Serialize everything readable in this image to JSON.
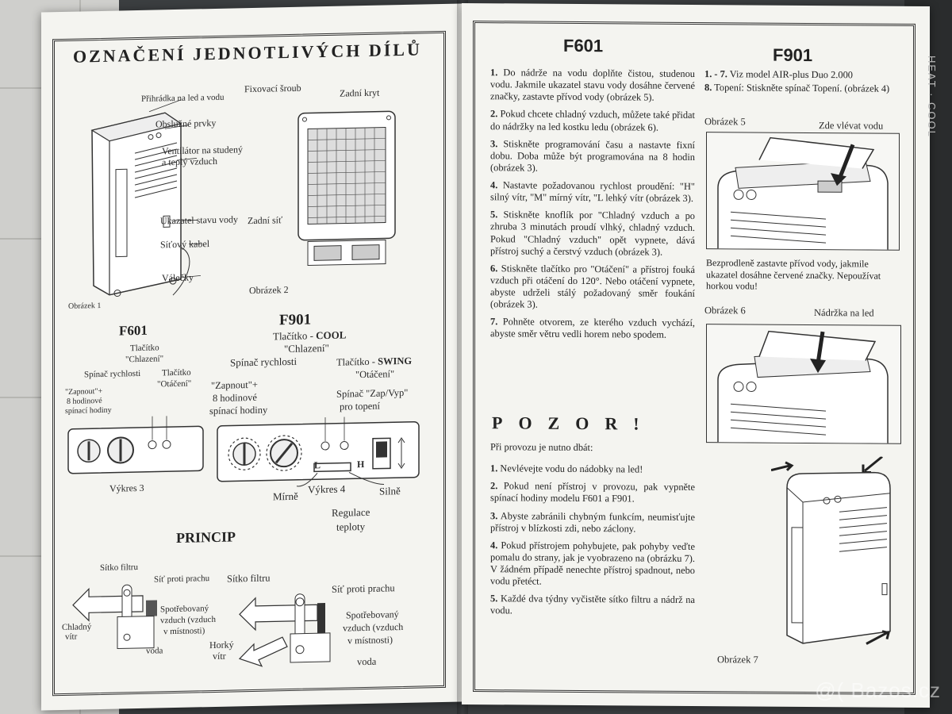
{
  "left_page": {
    "title_line1": "OZNAČENÍ JEDNOTLIVÝCH DÍLŮ",
    "fig1_labels": {
      "ice_tray": "Přihrádka na led a vodu",
      "controls": "Obslužné prvky",
      "fan_line1": "Ventilátor na studený",
      "fan_line2": "a teplý vzduch",
      "water_gauge": "Ukazatel stavu vody",
      "cable": "Síťový kabel",
      "rollers": "Válečky",
      "caption": "Obrázek 1"
    },
    "fig2_labels": {
      "screw": "Fixovací šroub",
      "back_cover": "Zadní kryt",
      "back_grid": "Zadní síť",
      "caption": "Obrázek 2"
    },
    "f601": {
      "title": "F601",
      "btn_line1": "Tlačítko",
      "btn_line2": "\"Chlazení\"",
      "speed": "Spínač rychlosti",
      "rot_line1": "Tlačítko",
      "rot_line2": "\"Otáčení\"",
      "on_line1": "\"Zapnout\"+",
      "on_line2": "8 hodinové",
      "on_line3": "spínací hodiny",
      "caption": "Výkres 3"
    },
    "f901": {
      "title": "F901",
      "cool_prefix": "Tlačítko - ",
      "cool_bold": "COOL",
      "cool_sub": "\"Chlazení\"",
      "speed": "Spínač rychlosti",
      "swing_prefix": "Tlačítko - ",
      "swing_bold": "SWING",
      "swing_sub": "\"Otáčení\"",
      "on_line1": "\"Zapnout\"+",
      "on_line2": "8 hodinové",
      "on_line3": "spínací hodiny",
      "heat_line1": "Spínač \"Zap/Vyp\"",
      "heat_line2": "pro topení",
      "low": "Mírně",
      "caption": "Výkres 4",
      "high": "Silně",
      "L": "L",
      "H": "H",
      "reg_line1": "Regulace",
      "reg_line2": "teploty"
    },
    "princip": {
      "title": "PRINCIP",
      "filter1": "Sítko filtru",
      "dust1": "Síť proti prachu",
      "used1_line1": "Spotřebovaný",
      "used1_line2": "vzduch (vzduch",
      "used1_line3": "v místnosti)",
      "cold_line1": "Chladný",
      "cold_line2": "vítr",
      "water1": "voda",
      "filter2": "Sítko filtru",
      "dust2": "Síť proti prachu",
      "used2_line1": "Spotřebovaný",
      "used2_line2": "vzduch (vzduch",
      "used2_line3": "v místnosti)",
      "hot_line1": "Horký",
      "hot_line2": "vítr",
      "water2": "voda"
    }
  },
  "right_page": {
    "f601_title": "F601",
    "f901_title": "F901",
    "items": [
      {
        "num": "1.",
        "text": "Do nádrže na vodu doplňte čistou, studenou vodu. Jakmile ukazatel stavu vody dosáhne červené značky, zastavte přívod vody (obrázek 5)."
      },
      {
        "num": "2.",
        "text": "Pokud chcete chladný vzduch, můžete také přidat do nádržky na led kostku ledu (obrázek 6)."
      },
      {
        "num": "3.",
        "text": "Stiskněte programování času a nastavte fixní dobu. Doba může být programována na 8 hodin (obrázek 3)."
      },
      {
        "num": "4.",
        "text": "Nastavte požadovanou rychlost proudění: \"H\" silný vítr, \"M\" mírný vítr, \"L lehký vítr (obrázek 3)."
      },
      {
        "num": "5.",
        "text": "Stiskněte knoflík por \"Chladný vzduch a po zhruba 3 minutách proudí vlhký, chladný vzduch. Pokud \"Chladný vzduch\" opět vypnete, dává přístroj suchý a čerstvý vzduch (obrázek 3)."
      },
      {
        "num": "6.",
        "text": "Stiskněte tlačítko pro \"Otáčení\" a přístroj fouká vzduch při otáčení do 120°. Nebo otáčení vypnete, abyste udrželi stálý požadovaný směr foukání (obrázek 3)."
      },
      {
        "num": "7.",
        "text": "Pohněte otvorem, ze kterého vzduch vychází, abyste směr větru vedli horem nebo spodem."
      }
    ],
    "f901_items": [
      {
        "num": "1. - 7.",
        "text": "Viz model AIR-plus Duo 2.000"
      },
      {
        "num": "8.",
        "text": "Topení: Stiskněte spínač Topení. (obrázek 4)"
      }
    ],
    "fig5_caption": "Obrázek 5",
    "fig5_note": "Zde vlévat vodu",
    "fig5_warning": "Bezprodleně zastavte přívod vody, jakmile ukazatel dosáhne červené značky. Nepoužívat horkou vodu!",
    "fig6_caption": "Obrázek 6",
    "fig6_note": "Nádržka na led",
    "fig7_caption": "Obrázek 7",
    "pozor": "POZOR!",
    "pozor_intro": "Při provozu je nutno dbát:",
    "pozor_items": [
      {
        "num": "1.",
        "text": "Nevlévejte vodu do nádobky na led!"
      },
      {
        "num": "2.",
        "text": "Pokud není přístroj v provozu, pak vypněte spínací hodiny modelu F601 a F901."
      },
      {
        "num": "3.",
        "text": "Abyste zabránili chybným funkcím, neumisťujte přístroj v blízkosti zdi, nebo záclony."
      },
      {
        "num": "4.",
        "text": "Pokud přístrojem pohybujete, pak pohyby veďte pomalu do strany, jak je vyobrazeno na (obrázku 7). V žádném případě nenechte přístroj spadnout, nebo vodu přetéct."
      },
      {
        "num": "5.",
        "text": "Každé dva týdny vyčistěte sítko filtru a nádrž na vodu."
      }
    ]
  },
  "watermark": "@( Bazos.cz",
  "colors": {
    "paper": "#f4f4f0",
    "ink": "#222222",
    "background": "#3b3e40"
  }
}
